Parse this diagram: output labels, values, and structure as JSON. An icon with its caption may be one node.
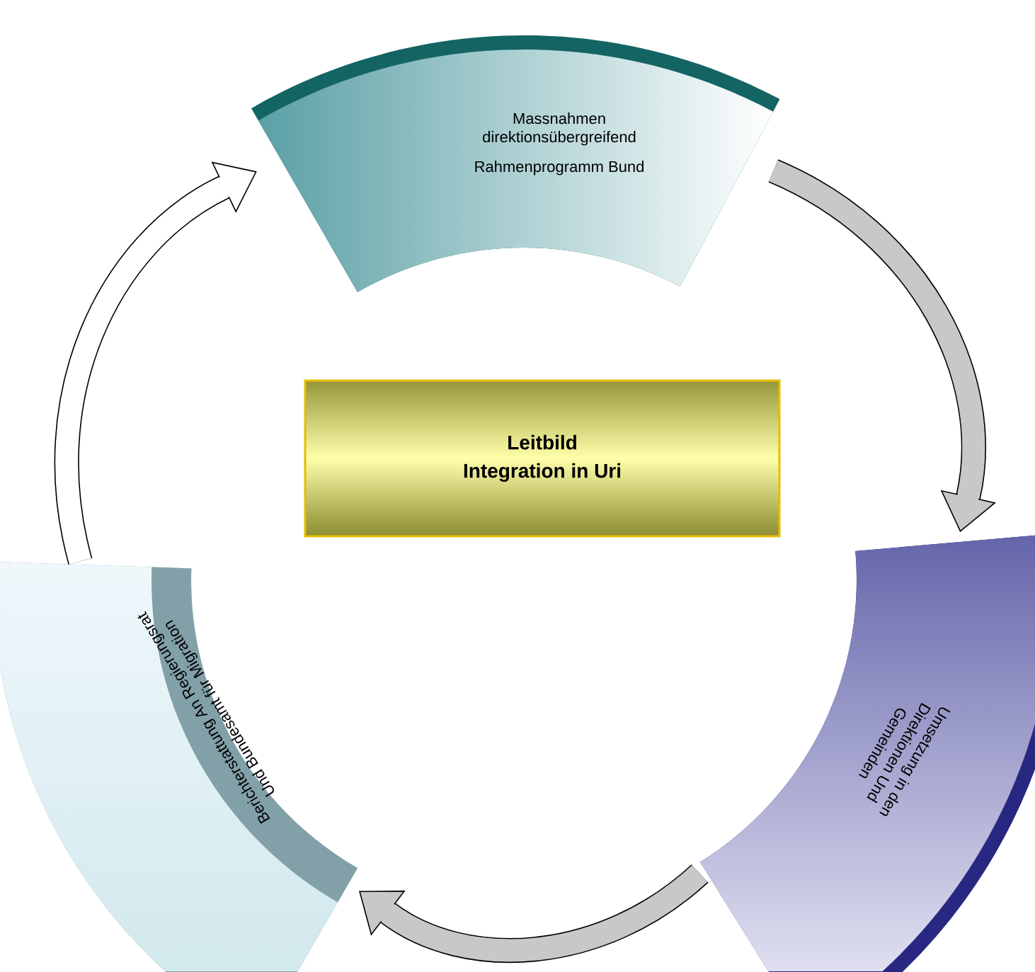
{
  "diagram": {
    "nodes": [
      {
        "text": [
          "Leitbild",
          "Integration in Uri"
        ]
      },
      {
        "text": [
          "Massnahmen direktionsübergreifend",
          "Rahmenprogramm Bund"
        ]
      },
      {
        "text": [
          "Umsetzung in den Direktionen Und Gemeinden"
        ]
      },
      {
        "text": [
          "Berichterstattung An Regierungsrat Und Bundesamt für Migration"
        ]
      }
    ],
    "edges": [
      {
        "from": 1,
        "to": 2,
        "arrow": "to"
      },
      {
        "from": 2,
        "to": 3,
        "arrow": "to"
      },
      {
        "from": 3,
        "to": 1,
        "arrow": "to",
        "color": "#ffffff"
      }
    ]
  }
}
